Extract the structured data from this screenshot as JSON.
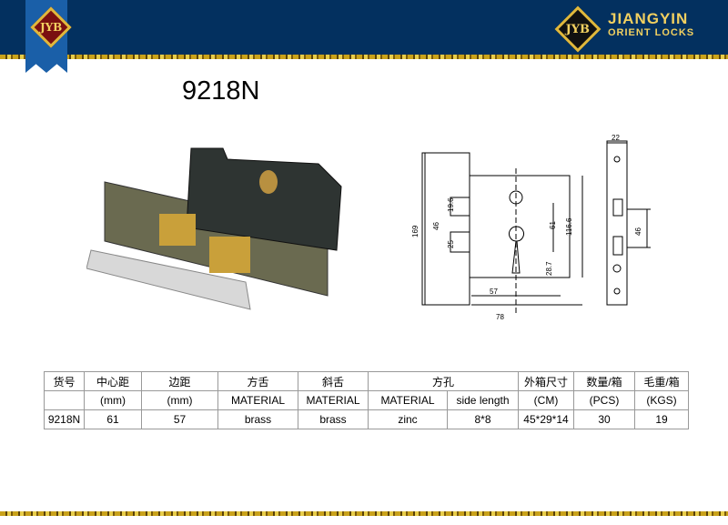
{
  "header": {
    "logo_text": "JYB",
    "brand_line1": "JIANGYIN",
    "brand_line2": "ORIENT LOCKS"
  },
  "product": {
    "model": "9218N"
  },
  "drawing": {
    "dims": [
      "169",
      "19.6",
      "46",
      "25",
      "61",
      "116.6",
      "28.7",
      "57",
      "78",
      "22",
      "46"
    ]
  },
  "table": {
    "row1": [
      "货号",
      "中心距",
      "边距",
      "方舌",
      "斜舌",
      "方孔",
      "外箱尺寸",
      "数量/箱",
      "毛重/箱"
    ],
    "row2": [
      "",
      "(mm)",
      "(mm)",
      "MATERIAL",
      "MATERIAL",
      "MATERIAL",
      "side length",
      "(CM)",
      "(PCS)",
      "(KGS)"
    ],
    "row3": [
      "9218N",
      "61",
      "57",
      "brass",
      "brass",
      "zinc",
      "8*8",
      "45*29*14",
      "30",
      "19"
    ]
  },
  "colors": {
    "header": "#03305f",
    "ribbon": "#1a5fa8",
    "gold": "#c9a21a"
  }
}
